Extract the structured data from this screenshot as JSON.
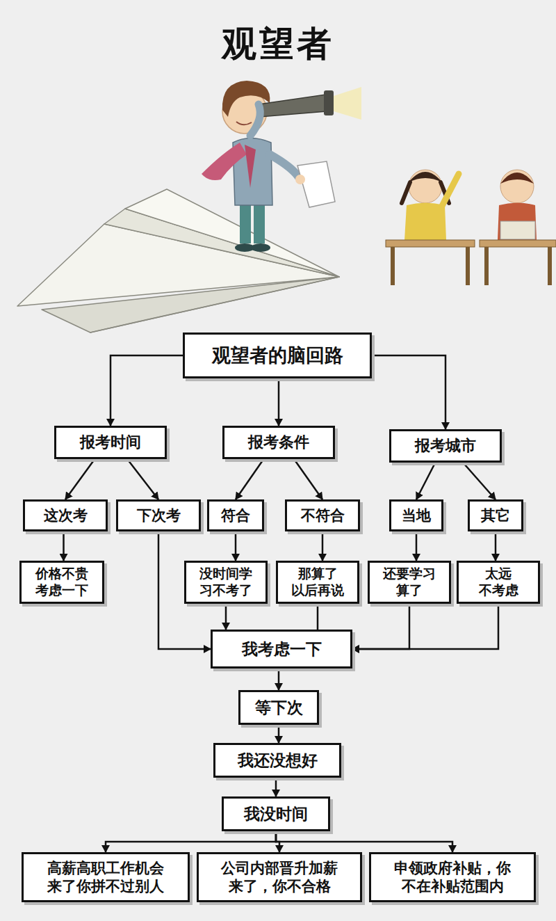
{
  "diagram": {
    "title": "观望者",
    "nodes": [
      {
        "text": [
          "观望者的脑回路"
        ]
      },
      {
        "text": [
          "报考时间"
        ]
      },
      {
        "text": [
          "报考条件"
        ]
      },
      {
        "text": [
          "报考城市"
        ]
      },
      {
        "text": [
          "这次考"
        ]
      },
      {
        "text": [
          "下次考"
        ]
      },
      {
        "text": [
          "符合"
        ]
      },
      {
        "text": [
          "不符合"
        ]
      },
      {
        "text": [
          "当地"
        ]
      },
      {
        "text": [
          "其它"
        ]
      },
      {
        "text": [
          "价格不贵 考虑一下"
        ]
      },
      {
        "text": [
          "没时间学 习不考了"
        ]
      },
      {
        "text": [
          "那算了 以后再说"
        ]
      },
      {
        "text": [
          "还要学习 算了"
        ]
      },
      {
        "text": [
          "太远 不考虑"
        ]
      },
      {
        "text": [
          "我考虑一下"
        ]
      },
      {
        "text": [
          "等下次"
        ]
      },
      {
        "text": [
          "我还没想好"
        ]
      },
      {
        "text": [
          "我没时间"
        ]
      },
      {
        "text": [
          "高薪高职工作机会 来了你拼不过别人"
        ]
      },
      {
        "text": [
          "公司内部晋升加薪 来了，你不合格"
        ]
      },
      {
        "text": [
          "申领政府补贴，你 不在补贴范围内"
        ]
      }
    ],
    "edges": [
      {
        "from": 0,
        "to": 1,
        "arrow": "to"
      },
      {
        "from": 0,
        "to": 2,
        "arrow": "to"
      },
      {
        "from": 0,
        "to": 3,
        "arrow": "to"
      },
      {
        "from": 1,
        "to": 4,
        "arrow": "to"
      },
      {
        "from": 1,
        "to": 5,
        "arrow": "to"
      },
      {
        "from": 2,
        "to": 6,
        "arrow": "to"
      },
      {
        "from": 2,
        "to": 7,
        "arrow": "to"
      },
      {
        "from": 3,
        "to": 8,
        "arrow": "to"
      },
      {
        "from": 3,
        "to": 9,
        "arrow": "to"
      },
      {
        "from": 4,
        "to": 10,
        "arrow": "to"
      },
      {
        "from": 6,
        "to": 11,
        "arrow": "to"
      },
      {
        "from": 7,
        "to": 12,
        "arrow": "to"
      },
      {
        "from": 8,
        "to": 13,
        "arrow": "to"
      },
      {
        "from": 9,
        "to": 14,
        "arrow": "to"
      },
      {
        "from": 5,
        "to": 15,
        "arrow": "to"
      },
      {
        "from": 11,
        "to": 15,
        "arrow": "to"
      },
      {
        "from": 12,
        "to": 15,
        "arrow": "to"
      },
      {
        "from": 13,
        "to": 15,
        "arrow": "to"
      },
      {
        "from": 14,
        "to": 15,
        "arrow": "to"
      },
      {
        "from": 15,
        "to": 16,
        "arrow": "to"
      },
      {
        "from": 16,
        "to": 17,
        "arrow": "to"
      },
      {
        "from": 17,
        "to": 18,
        "arrow": "to"
      },
      {
        "from": 18,
        "to": 19,
        "arrow": "to"
      },
      {
        "from": 18,
        "to": 20,
        "arrow": "to"
      },
      {
        "from": 18,
        "to": 21,
        "arrow": "to"
      }
    ]
  }
}
